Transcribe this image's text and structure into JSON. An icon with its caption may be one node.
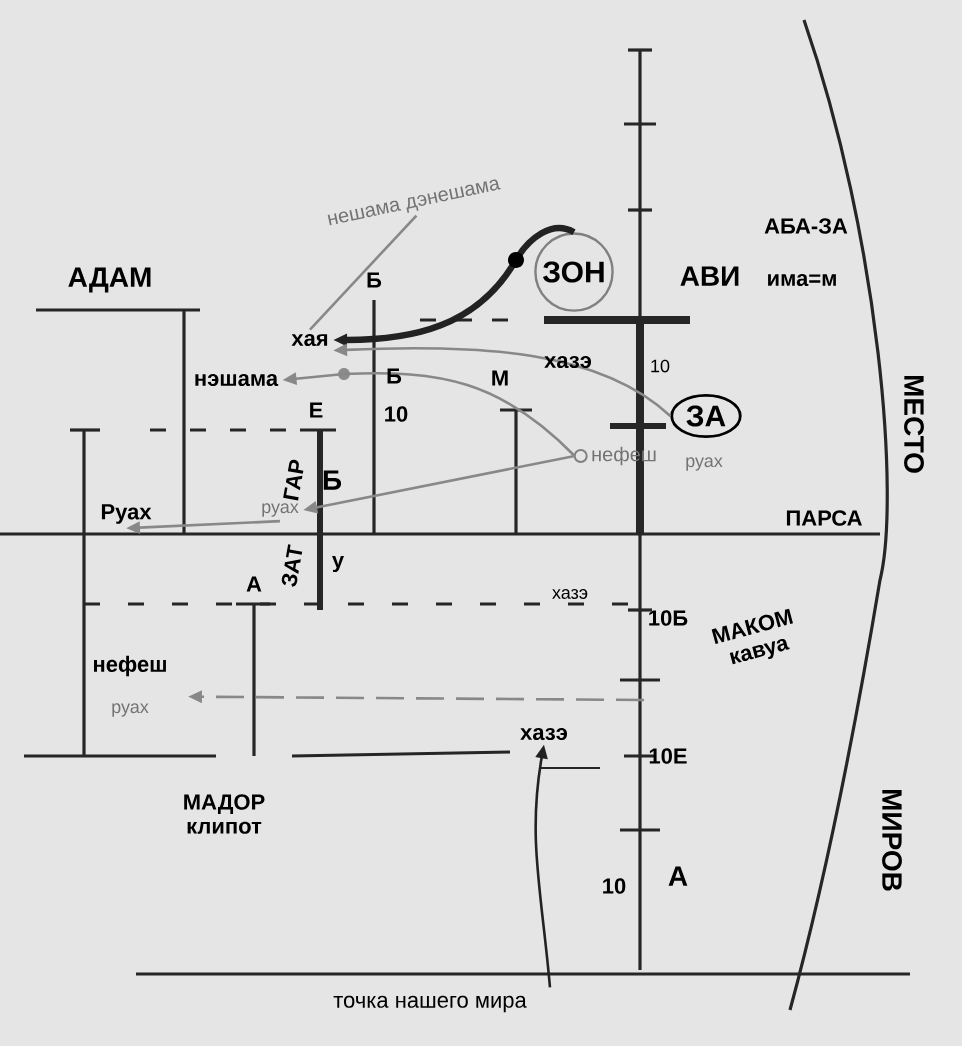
{
  "diagram": {
    "nodes": [
      {
        "text": [
          "ЗОН"
        ]
      },
      {
        "text": [
          "ЗА"
        ]
      },
      {
        "text": [
          "хая"
        ]
      },
      {
        "text": [
          "нэшама"
        ]
      },
      {
        "text": [
          "нешама дэнешама"
        ]
      },
      {
        "text": [
          "нефеш"
        ]
      },
      {
        "text": [
          "руах"
        ]
      },
      {
        "text": [
          "Руах"
        ]
      },
      {
        "text": [
          "хазэ"
        ]
      },
      {
        "text": [
          "точка нашего мира"
        ]
      },
      {
        "text": [
          "нефеш"
        ]
      }
    ],
    "edges": [
      {
        "from": 0,
        "to": 2,
        "arrow": "to",
        "style": "thick",
        "color": "#222222"
      },
      {
        "from": 1,
        "to": 2,
        "arrow": "to",
        "color": "#888888"
      },
      {
        "from": 4,
        "to": 2,
        "arrow": "none",
        "color": "#888888"
      },
      {
        "from": 5,
        "to": 3,
        "arrow": "to",
        "color": "#888888"
      },
      {
        "from": 5,
        "to": 6,
        "arrow": "to",
        "color": "#888888"
      },
      {
        "from": 6,
        "to": 7,
        "arrow": "to",
        "color": "#888888"
      },
      {
        "from": null,
        "to": 10,
        "arrow": "to",
        "style": "dashed",
        "color": "#888888"
      },
      {
        "from": 9,
        "to": 8,
        "arrow": "to",
        "color": "#222222"
      }
    ],
    "labels": [
      "АДАМ",
      "Б",
      "Б",
      "10",
      "Е",
      "ГАР",
      "Б",
      "ЗАТ",
      "у",
      "М",
      "хазэ",
      "руах",
      "10",
      "АВИ",
      "има=м",
      "АБА-ЗА",
      "ПАРСА",
      "МЕСТО",
      "МИРОВ",
      "хазэ",
      "10Б",
      "МАКОМ кавуа",
      "10Е",
      "10",
      "А",
      "А",
      "руах",
      "МАДОР клипот"
    ]
  }
}
